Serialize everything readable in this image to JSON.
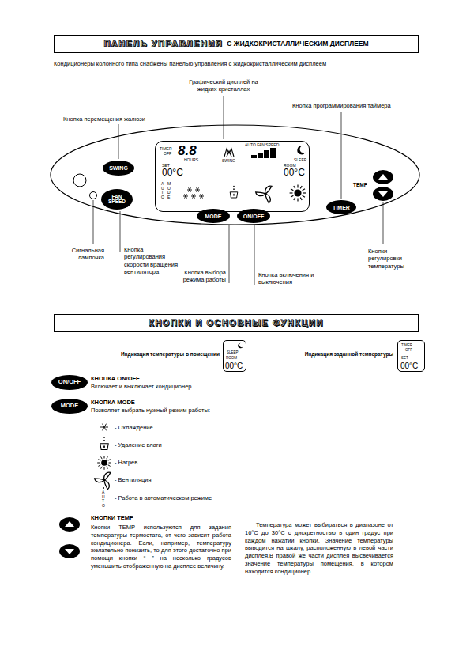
{
  "diagram": {
    "nodes": [
      {
        "text": [
          "ПАНЕЛЬ УПРАВЛЕНИЯ",
          "С ЖИДКОКРИСТАЛЛИЧЕСКИМ ДИСПЛЕЕМ"
        ]
      },
      {
        "text": [
          "TEMP"
        ]
      },
      {
        "text": [
          "TIMER",
          "OFF",
          "8.8",
          "HOURS",
          "SWING",
          "AUTO FAN SPEED",
          "SLEEP",
          "SET",
          "00°C",
          "ROOM",
          "00°C",
          "AUTO",
          "MODE"
        ],
        "in": 1
      },
      {
        "text": [
          "SWING"
        ],
        "in": 1
      },
      {
        "text": [
          "FAN SPEED"
        ],
        "in": 1
      },
      {
        "text": [
          "MODE"
        ],
        "in": 1
      },
      {
        "text": [
          "ON/OFF"
        ],
        "in": 1
      },
      {
        "text": [
          "TIMER"
        ],
        "in": 1
      },
      {
        "text": [
          "КНОПКИ И ОСНОВНЫЕ ФУНКЦИИ"
        ]
      },
      {
        "text": [
          "SLEEP",
          "ROOM",
          "00°C"
        ]
      },
      {
        "text": [
          "TIMER",
          "OFF",
          "SET",
          "00°C"
        ]
      },
      {
        "text": [
          "ON/OFF"
        ]
      },
      {
        "text": [
          "MODE"
        ]
      }
    ],
    "labels": [
      "Кондиционеры колонного типа снабжены панелью управления с жидкокристаллическим дисплеем",
      "Графический дисплей на жидких кристаллах",
      "Кнопка программирования таймера",
      "Кнопка перемещения жалюзи",
      "Сигнальная лампочка",
      "Кнопка регулирования скорости вращения вентилятора",
      "Кнопка выбора режима работы",
      "Кнопка включения и выключения",
      "Кнопки регулировки температуры",
      "Индикация температуры в помещении",
      "Индикация заданной температуры",
      "КНОПКА ON/OFF",
      "Включает и выключает кондиционер",
      "КНОПКА MODE",
      "Позволяет выбрать нужный режим работы:",
      "- Охлаждение",
      "- Удаление влаги",
      "- Нагрев",
      "- Вентиляция",
      "- Работа в автоматическом режиме",
      "AUTO",
      "КНОПКИ TEMP",
      "Кнопки TEMP используются для задания температуры термостата, от чего зависит работа кондиционера. Если, например, температуру желательно понизить, то для этого достаточно при помощи кнопки “ ” на несколько градусов уменьшить отображенную на дисплее величину.",
      "Температура может выбираться в диапазоне от 16°C до 30°C с дискретностью в один градус при каждом нажатии кнопки. Значение температуры выводится на шкалу, расположенную в левой части дисплея.В правой же части дисплея высвечивается значение температуры помещения, в котором находится кондиционер."
    ]
  }
}
